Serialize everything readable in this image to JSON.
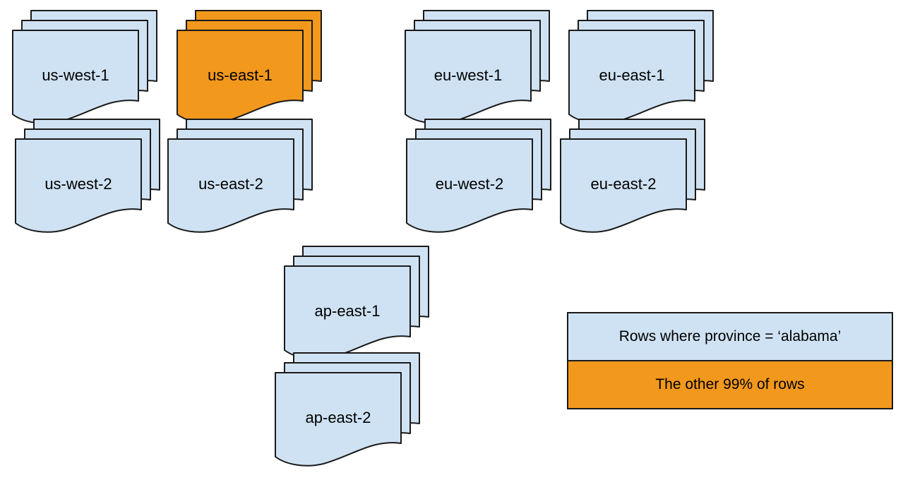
{
  "diagram": {
    "description_colors": {
      "region_fill": "#CFE2F3",
      "highlight_fill": "#F2981C",
      "stroke": "#1A1A1A",
      "background": "#FFFFFF",
      "text": "#000000"
    },
    "stacks": [
      {
        "label": "us-west-1",
        "highlighted": false
      },
      {
        "label": "us-east-1",
        "highlighted": true
      },
      {
        "label": "eu-west-1",
        "highlighted": false
      },
      {
        "label": "eu-east-1",
        "highlighted": false
      },
      {
        "label": "us-west-2",
        "highlighted": false
      },
      {
        "label": "us-east-2",
        "highlighted": false
      },
      {
        "label": "eu-west-2",
        "highlighted": false
      },
      {
        "label": "eu-east-2",
        "highlighted": false
      },
      {
        "label": "ap-east-1",
        "highlighted": false
      },
      {
        "label": "ap-east-2",
        "highlighted": false
      }
    ],
    "legend": {
      "items": [
        {
          "label": "Rows where province = ‘alabama’",
          "color": "#CFE2F3"
        },
        {
          "label": "The other 99% of rows",
          "color": "#F2981C"
        }
      ]
    }
  }
}
